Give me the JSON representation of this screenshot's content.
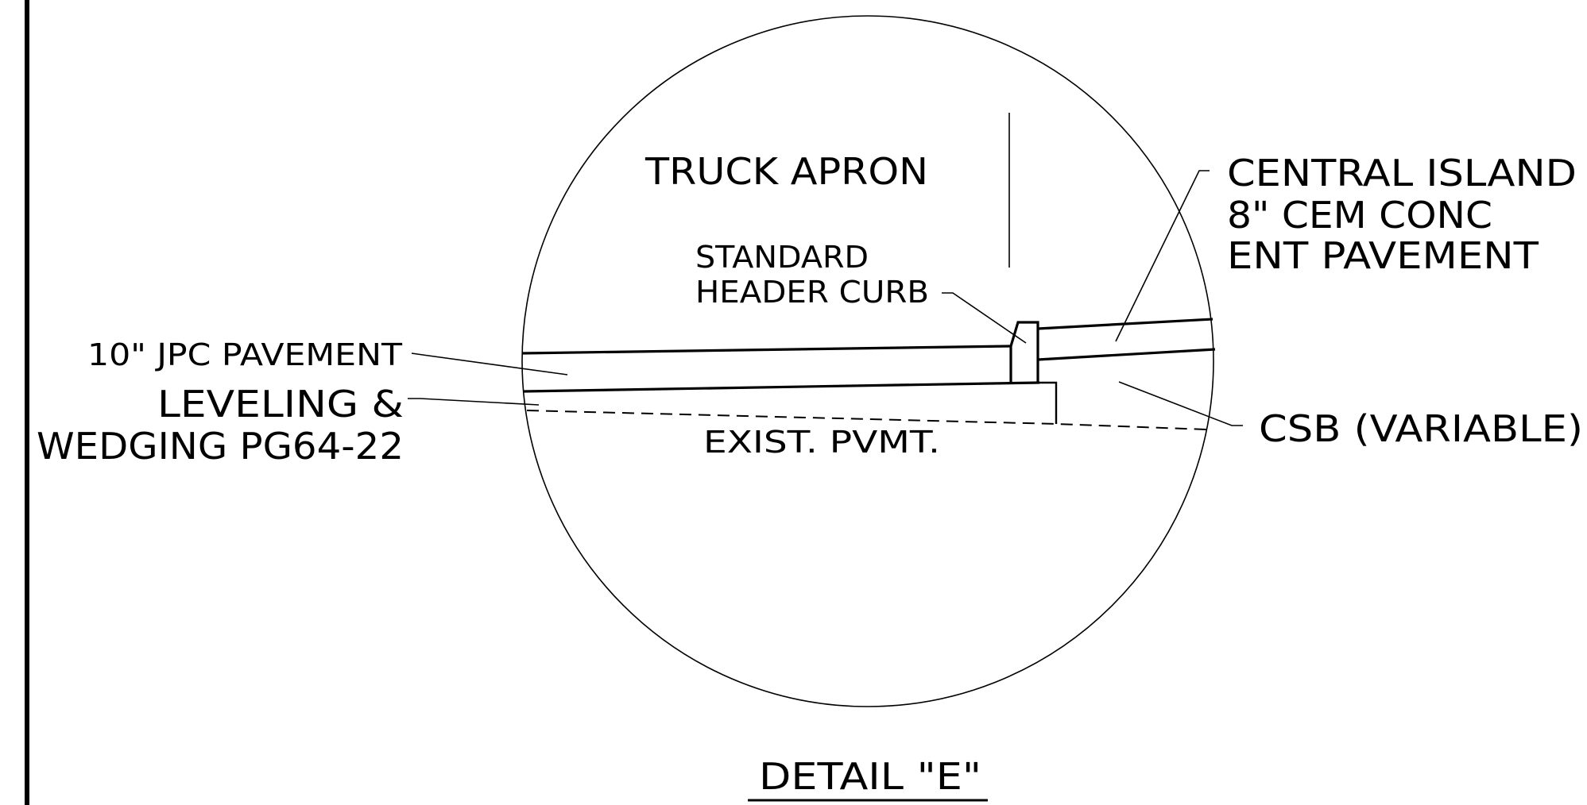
{
  "detail": {
    "title": "DETAIL \"E\""
  },
  "labels": {
    "truck_apron": "TRUCK APRON",
    "header_curb_line1": "STANDARD",
    "header_curb_line2": "HEADER CURB",
    "central_island_line1": "CENTRAL ISLAND",
    "central_island_line2": "8\" CEM CONC",
    "central_island_line3": "ENT PAVEMENT",
    "jpc_pavement": "10\" JPC PAVEMENT",
    "leveling_line1": "LEVELING &",
    "leveling_line2": "WEDGING PG64-22",
    "csb": "CSB (VARIABLE)",
    "exist_pvmt": "EXIST. PVMT."
  }
}
